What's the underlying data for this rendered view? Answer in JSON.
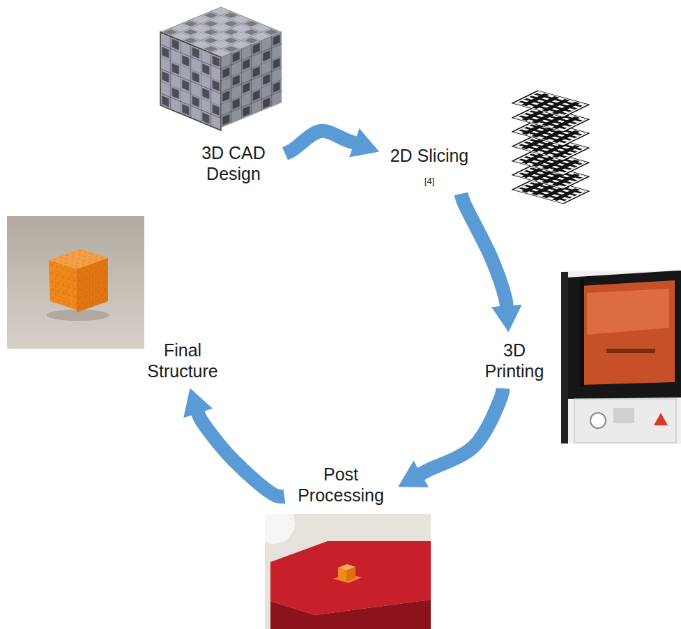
{
  "diagram": {
    "nodes": [
      {
        "text": [
          "3D CAD Design"
        ]
      },
      {
        "text": [
          "2D Slicing",
          "[4]"
        ]
      },
      {
        "text": [
          "3D Printing"
        ]
      },
      {
        "text": [
          "Post Processing"
        ]
      },
      {
        "text": [
          "Final Structure"
        ]
      }
    ],
    "edges": [
      {
        "from": 0,
        "to": 1,
        "arrow": "to"
      },
      {
        "from": 1,
        "to": 2,
        "arrow": "to"
      },
      {
        "from": 2,
        "to": 3,
        "arrow": "to"
      },
      {
        "from": 3,
        "to": 4,
        "arrow": "to"
      }
    ]
  }
}
